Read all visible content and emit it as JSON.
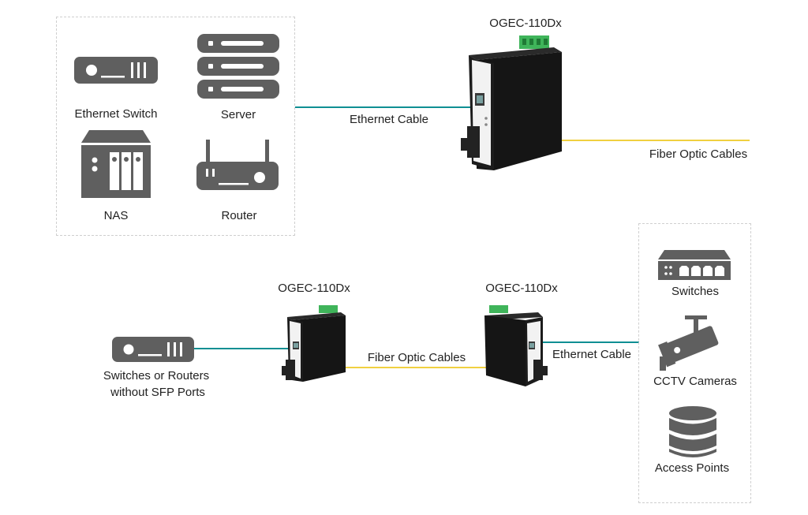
{
  "colors": {
    "icon_gray": "#5f5f5f",
    "ethernet_cable": "#0f8f93",
    "fiber_cable": "#f0d040",
    "device_body": "#161616",
    "terminal_green": "#3fb45a"
  },
  "top": {
    "device_name": "OGEC-110Dx",
    "ethernet_cable_label": "Ethernet Cable",
    "fiber_cable_label": "Fiber Optic Cables",
    "group_items": [
      {
        "label": "Ethernet Switch",
        "icon": "ethernet-switch-icon"
      },
      {
        "label": "Server",
        "icon": "server-icon"
      },
      {
        "label": "NAS",
        "icon": "nas-icon"
      },
      {
        "label": "Router",
        "icon": "router-icon"
      }
    ]
  },
  "bottom": {
    "left_device_label_line1": "Switches or Routers",
    "left_device_label_line2": "without SFP Ports",
    "left_converter_name": "OGEC-110Dx",
    "right_converter_name": "OGEC-110Dx",
    "fiber_cable_label": "Fiber Optic Cables",
    "ethernet_cable_label": "Ethernet Cable",
    "group_items": [
      {
        "label": "Switches",
        "icon": "switch-icon"
      },
      {
        "label": "CCTV Cameras",
        "icon": "cctv-camera-icon"
      },
      {
        "label": "Access Points",
        "icon": "database-icon"
      }
    ]
  }
}
